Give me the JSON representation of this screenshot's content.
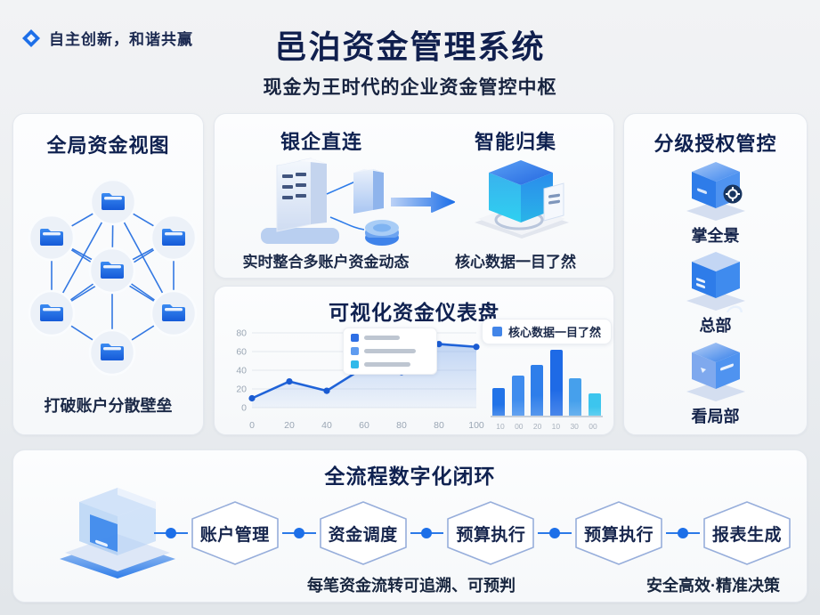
{
  "page": {
    "accent": "#1d6fe8",
    "bg_top": "#f2f3f5",
    "bg_bottom": "#e2e6ea"
  },
  "header": {
    "slogan": "自主创新，和谐共赢",
    "title": "邑泊资金管理系统",
    "subtitle": "现金为王时代的企业资金管控中枢"
  },
  "cards": {
    "global_view": {
      "title": "全局资金视图",
      "caption": "打破账户分散壁垒",
      "node_count": 7
    },
    "bank_direct": {
      "title": "银企直连",
      "caption": "实时整合多账户资金动态"
    },
    "smart_collect": {
      "title": "智能归集",
      "caption": "核心数据一目了然"
    },
    "dashboard": {
      "title": "可视化资金仪表盘",
      "bar_legend": "核心数据一目了然"
    },
    "authorization": {
      "title": "分级授权管控",
      "items": [
        {
          "label": "掌全景"
        },
        {
          "label": "总部"
        },
        {
          "label": "看局部"
        }
      ]
    },
    "process": {
      "title": "全流程数字化闭环",
      "steps": [
        "账户管理",
        "资金调度",
        "预算执行",
        "预算执行",
        "报表生成"
      ],
      "caption_left": "每笔资金流转可追溯、可预判",
      "caption_right": "安全高效·精准决策"
    }
  },
  "chart_data": [
    {
      "type": "line",
      "x": [
        0,
        20,
        40,
        60,
        80,
        80,
        100
      ],
      "xtick_labels": [
        "0",
        "20",
        "40",
        "60",
        "80",
        "80",
        "100"
      ],
      "values": [
        10,
        28,
        18,
        43,
        38,
        68,
        65
      ],
      "ylim": [
        0,
        80
      ],
      "yticks": [
        0,
        20,
        40,
        60,
        80
      ],
      "grid": true,
      "area": true,
      "line_color": "#1f63d8",
      "legend_position": "top-center",
      "legend_items": [
        {
          "swatch": "#2f6fe4",
          "label_illegible": true,
          "blur_w": 40
        },
        {
          "swatch": "#5f9cf0",
          "label_illegible": true,
          "blur_w": 58
        },
        {
          "swatch": "#2fb9ea",
          "label_illegible": true,
          "blur_w": 52
        }
      ]
    },
    {
      "type": "bar",
      "legend": "核心数据一目了然",
      "categories": [
        "10",
        "00",
        "20",
        "10",
        "30",
        "00"
      ],
      "values": [
        27,
        39,
        50,
        65,
        37,
        22
      ],
      "ylim": [
        0,
        70
      ],
      "bar_colors": [
        "#2173e8",
        "#3f8cee",
        "#2e7eea",
        "#1e6ae6",
        "#46a0ec",
        "#3cc5ee"
      ]
    }
  ]
}
